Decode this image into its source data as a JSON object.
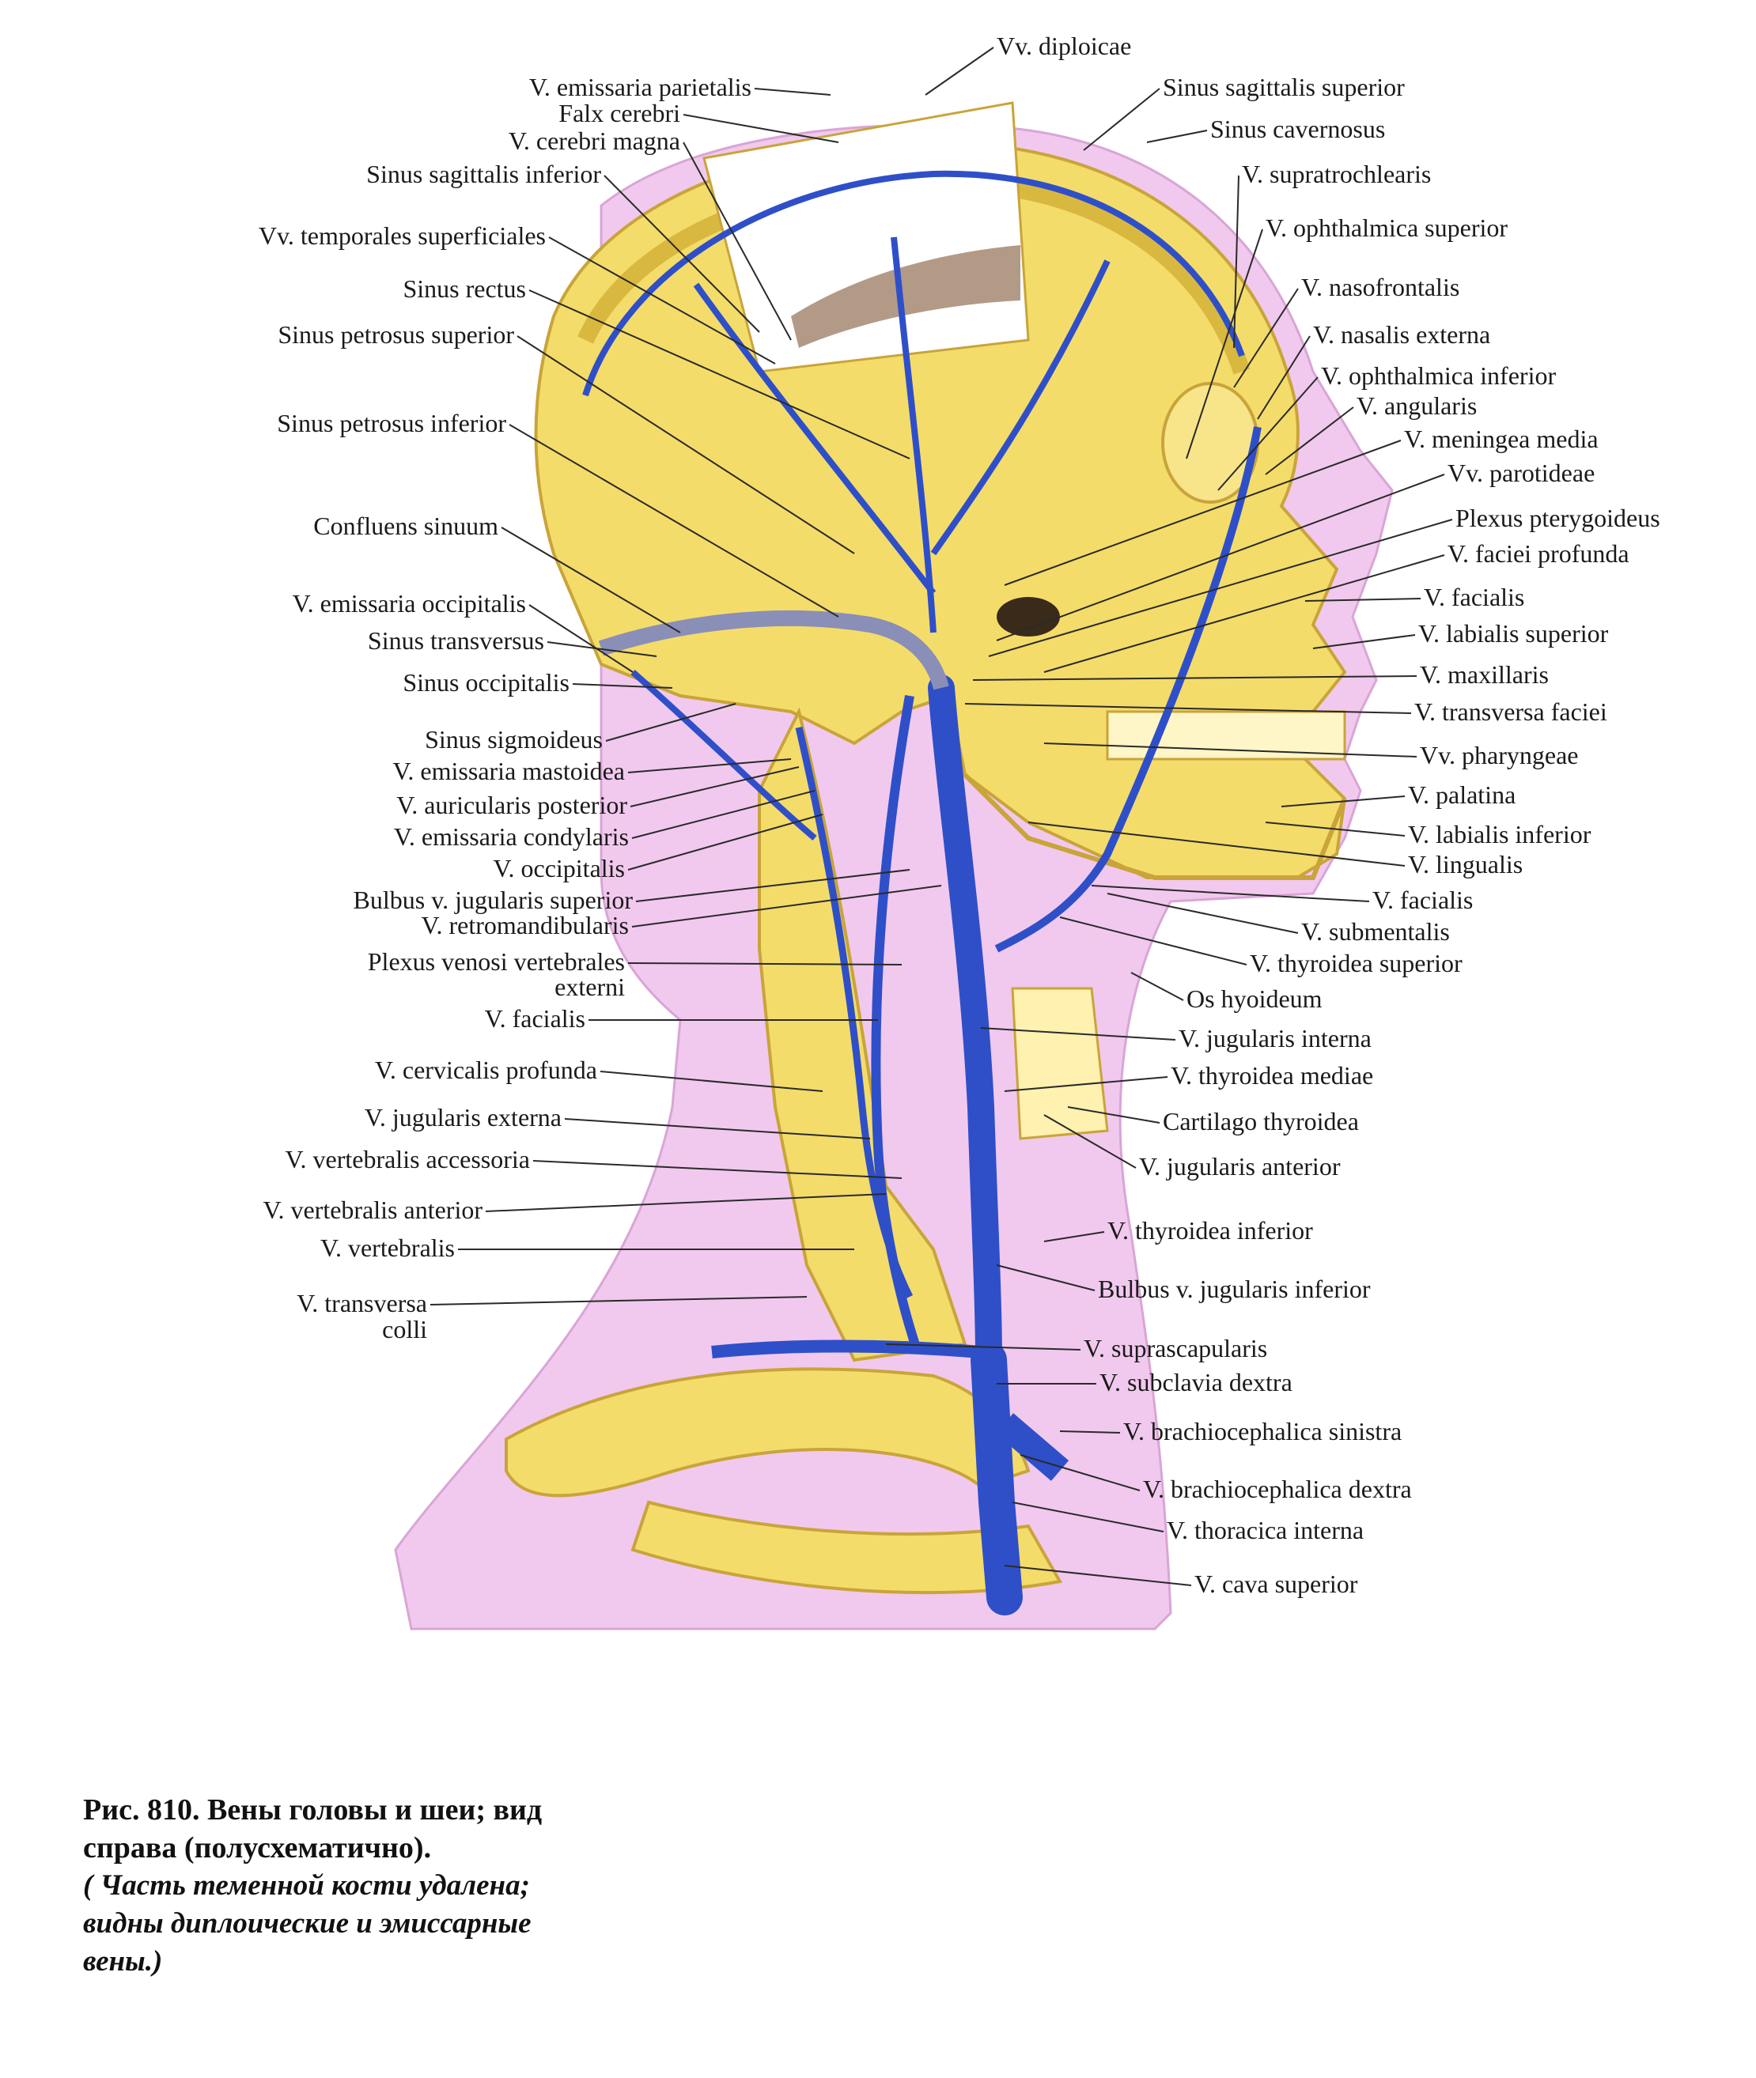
{
  "colors": {
    "bone": "#f4dc6a",
    "bone_shadow": "#d9b840",
    "skin": "#efc8ec",
    "vein": "#2f4fc9",
    "vein_dark": "#1f3596",
    "leader": "#2a2a2a",
    "dura": "#b39a86"
  },
  "labels_left": [
    "V.  emissaria parietalis",
    "Falx cerebri",
    "V. cerebri magna",
    "Sinus sagittalis inferior",
    "Vv. temporales superficiales",
    "Sinus rectus",
    "Sinus petrosus superior",
    "Sinus petrosus  inferior",
    "Confluens sinuum",
    "V. emissaria occipitalis",
    "Sinus transversus",
    "Sinus occipitalis",
    "Sinus sigmoideus",
    "V. emissaria mastoidea",
    "V. auricularis posterior",
    "V. emissaria condylaris",
    "V. occipitalis",
    "Bulbus v. jugularis superior",
    "V. retromandibularis",
    "Plexus venosi vertebrales",
    "externi",
    "V. facialis",
    "V. cervicalis profunda",
    "V. jugularis externa",
    "V. vertebralis accessoria",
    "V. vertebralis anterior",
    "V. vertebralis",
    "V. transversa",
    "colli"
  ],
  "labels_right": [
    "Vv. diploicae",
    "Sinus sagittalis superior",
    "Sinus cavernosus",
    "V. supratrochlearis",
    "V. ophthalmica superior",
    "V. nasofrontalis",
    "V. nasalis externa",
    "V. ophthalmica inferior",
    "V. angularis",
    "V. meningea media",
    "Vv. parotideae",
    "Plexus pterygoideus",
    "V. faciei profunda",
    "V. facialis",
    "V. labialis superior",
    "V. maxillaris",
    "V. transversa faciei",
    "Vv. pharyngeae",
    "V. palatina",
    "V. labialis inferior",
    "V. lingualis",
    "V. facialis",
    "V. submentalis",
    "V. thyroidea superior",
    "Os hyoideum",
    "V. jugularis interna",
    "V. thyroidea mediae",
    "Cartilago thyroidea",
    "V. jugularis anterior",
    "V. thyroidea inferior",
    "Bulbus v. jugularis inferior",
    "V. suprascapularis",
    "V. subclavia dextra",
    "V. brachiocephalica sinistra",
    "V. brachiocephalica dextra",
    "V. thoracica interna",
    "V. cava superior"
  ],
  "caption": {
    "line1": "Рис. 810. Вены головы и шеи; вид",
    "line2": "справа (полусхематично).",
    "line3": "( Часть теменной кости удалена;",
    "line4": "видны диплоические и эмиссарные",
    "line5": "вены.)"
  }
}
